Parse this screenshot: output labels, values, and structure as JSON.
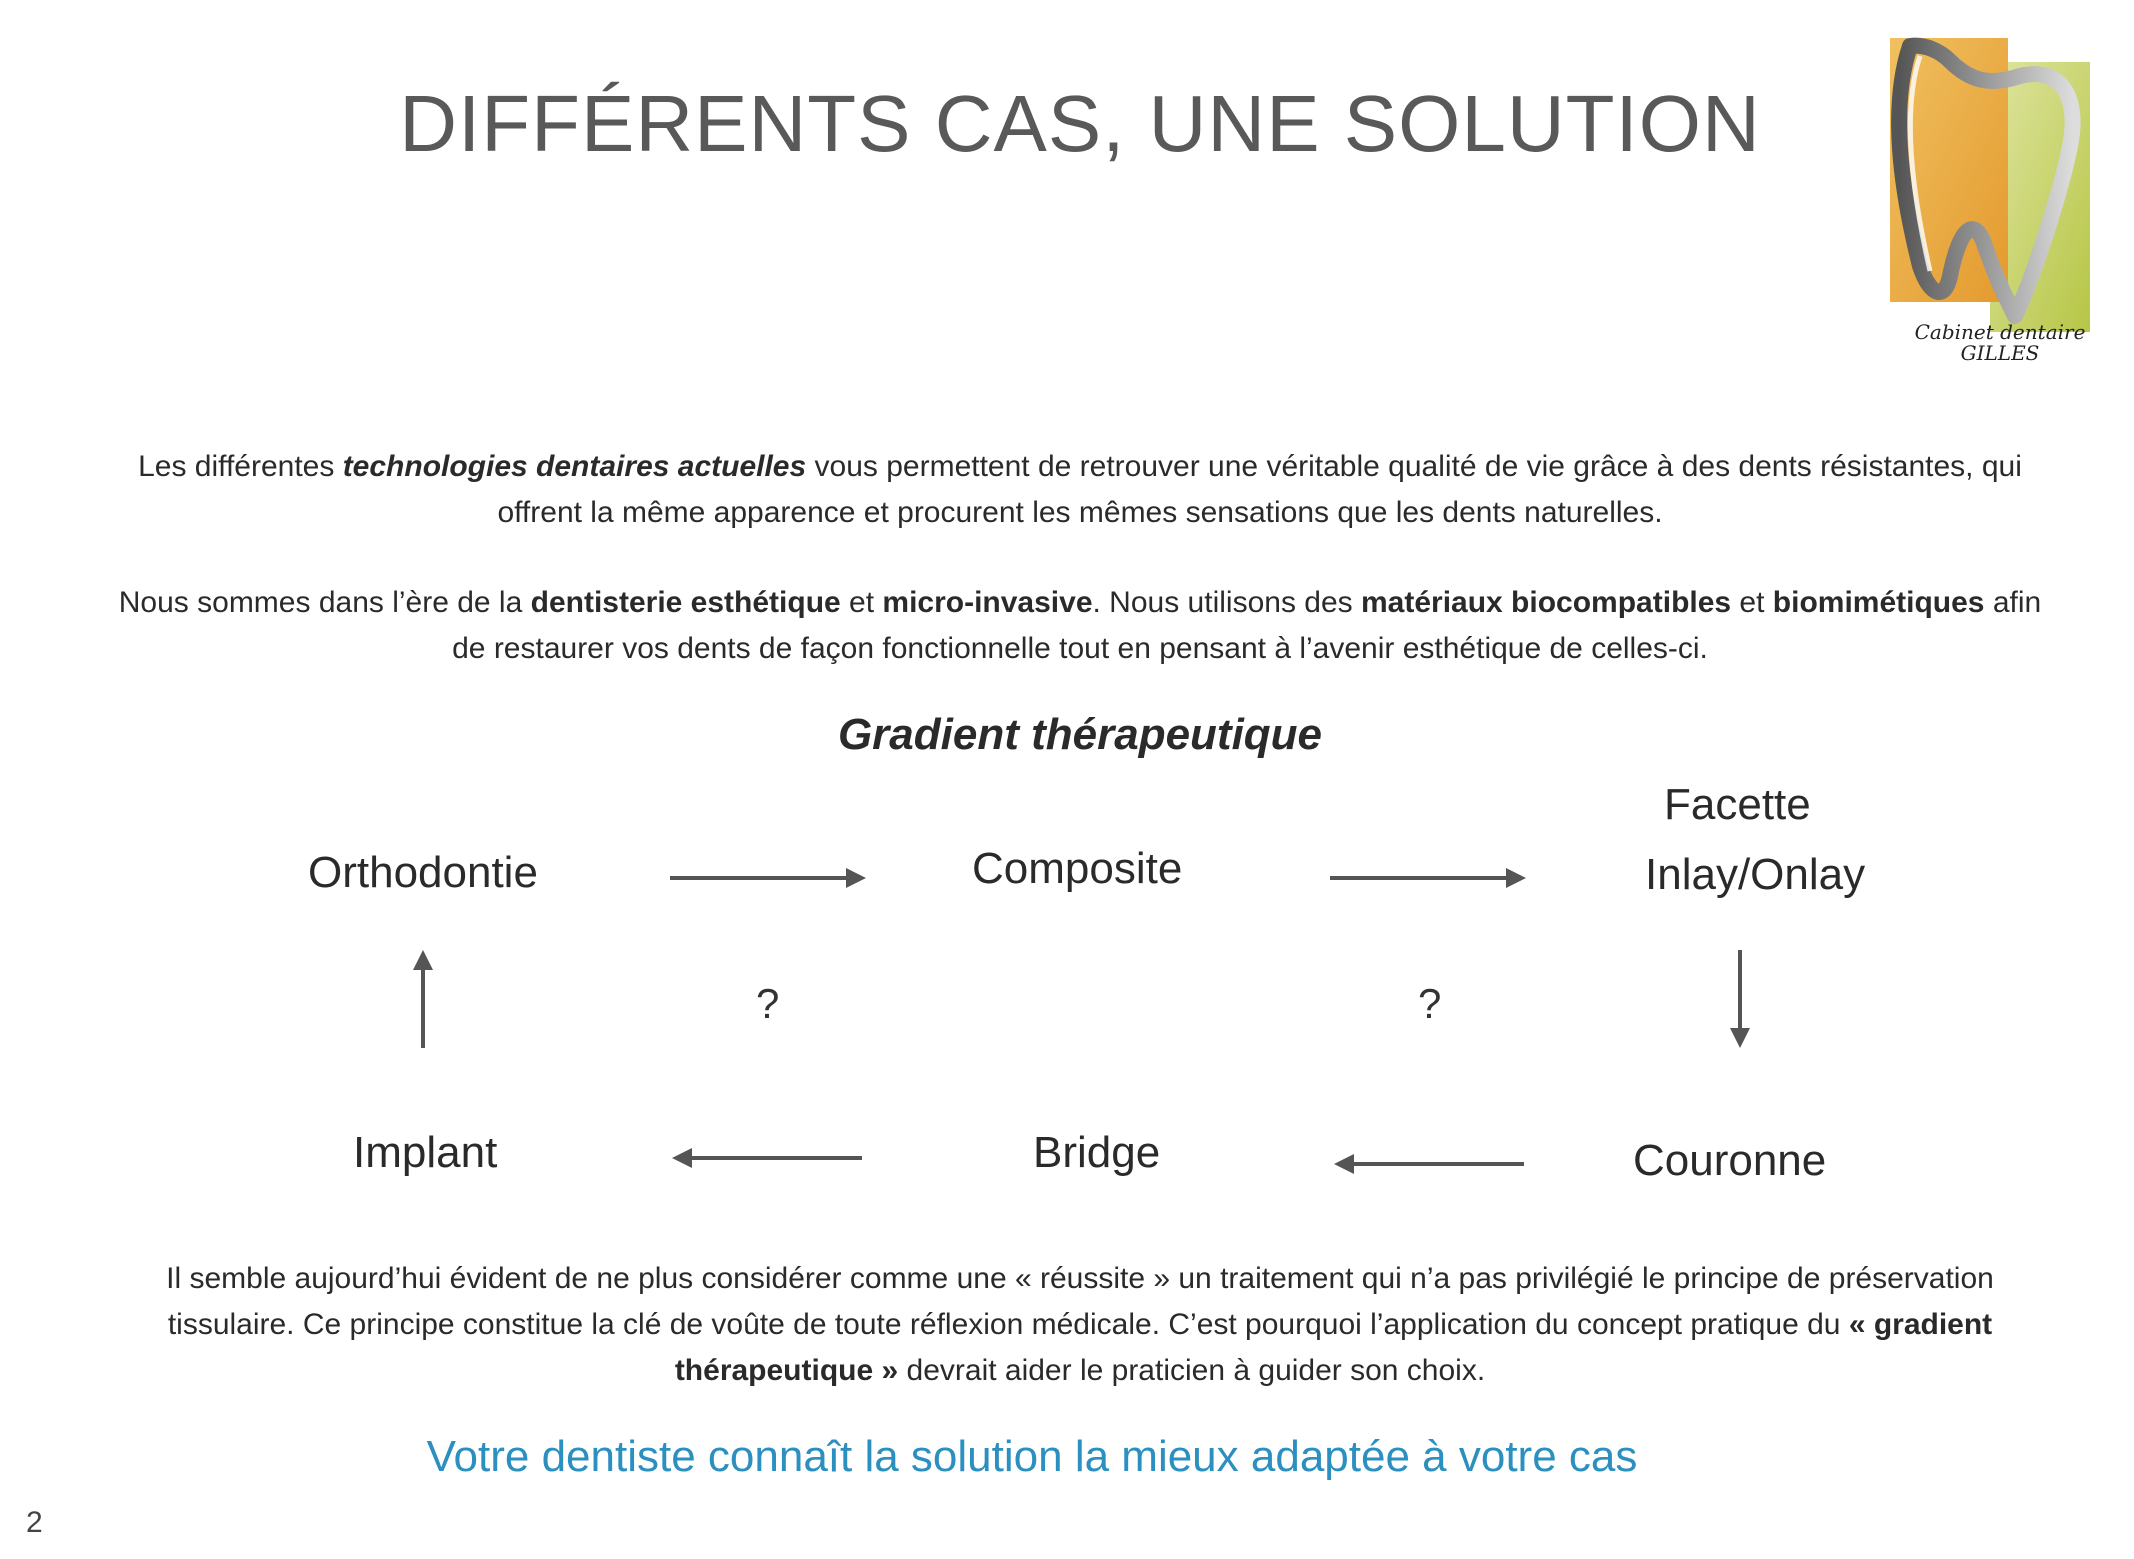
{
  "header": {
    "title": "DIFFÉRENTS CAS, UNE SOLUTION",
    "logo_line1": "Cabinet dentaire",
    "logo_line2": "GILLES"
  },
  "intro": {
    "p1": {
      "a": "Les différentes ",
      "b": "technologies dentaires actuelles",
      "c": " vous permettent de retrouver une véritable qualité de vie grâce à des dents résistantes, qui offrent la même apparence et procurent les mêmes sensations que les dents naturelles."
    },
    "p2": {
      "a": "Nous sommes dans l’ère de la ",
      "b": "dentisterie esthétique",
      "c": " et ",
      "d": "micro-invasive",
      "e": ". Nous utilisons des ",
      "f": "matériaux biocompatibles",
      "g": " et ",
      "h": "biomimétiques",
      "i": " afin de restaurer vos dents de façon fonctionnelle tout en pensant à l’avenir esthétique de celles-ci."
    }
  },
  "gradient": {
    "heading": "Gradient thérapeutique",
    "nodes": {
      "orthodontie": "Orthodontie",
      "composite": "Composite",
      "facette": "Facette",
      "inlay_onlay": "Inlay/Onlay",
      "couronne": "Couronne",
      "bridge": "Bridge",
      "implant": "Implant"
    },
    "question_left": "?",
    "question_right": "?"
  },
  "closing": {
    "p3": {
      "a": "Il semble aujourd’hui évident de ne plus considérer comme une « réussite » un traitement qui n’a pas privilégié le principe de préservation tissulaire. Ce principe constitue la clé de voûte de toute réflexion médicale. C’est pourquoi l’application du concept pratique du ",
      "b": "« gradient thérapeutique »",
      "c": " devrait aider le praticien à guider son choix."
    },
    "tagline": "Votre dentiste connaît la solution la mieux adaptée à votre cas"
  },
  "footer": {
    "page_number": "2"
  },
  "colors": {
    "title": "#595959",
    "accent_blue": "#2b8fc0",
    "arrow": "#555555",
    "logo_orange": "#e9a53a",
    "logo_green": "#c2cf52"
  }
}
